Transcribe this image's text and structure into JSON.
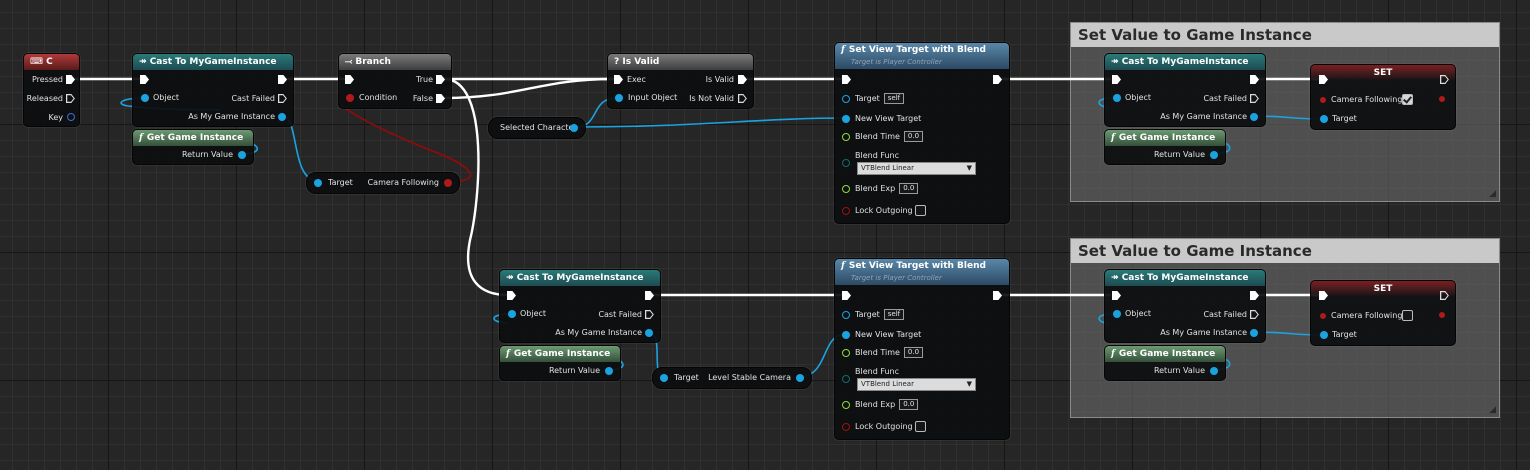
{
  "key_event": {
    "title": "C",
    "pressed": "Pressed",
    "released": "Released",
    "key": "Key"
  },
  "cast1": {
    "title": "Cast To MyGameInstance",
    "object": "Object",
    "cast_failed": "Cast Failed",
    "as_instance": "As My Game Instance"
  },
  "get_gi1": {
    "title": "Get Game Instance",
    "return_value": "Return Value"
  },
  "branch": {
    "title": "Branch",
    "condition": "Condition",
    "true_label": "True",
    "false_label": "False"
  },
  "camera_following_getter": {
    "target": "Target",
    "label": "Camera Following"
  },
  "is_valid": {
    "title": "? Is Valid",
    "exec": "Exec",
    "input_object": "Input Object",
    "is_valid": "Is Valid",
    "is_not_valid": "Is Not Valid"
  },
  "selected_character": {
    "label": "Selected Character"
  },
  "svt1": {
    "title": "Set View Target with Blend",
    "subtitle": "Target is Player Controller",
    "target": "Target",
    "self": "self",
    "new_view_target": "New View Target",
    "blend_time": "Blend Time",
    "blend_time_value": "0.0",
    "blend_func": "Blend Func",
    "blend_func_value": "VTBlend Linear",
    "blend_exp": "Blend Exp",
    "blend_exp_value": "0.0",
    "lock_outgoing": "Lock Outgoing"
  },
  "comment1": {
    "title": "Set Value to Game Instance"
  },
  "cast_c1": {
    "title": "Cast To MyGameInstance",
    "object": "Object",
    "cast_failed": "Cast Failed",
    "as_instance": "As My Game Instance"
  },
  "get_gi_c1": {
    "title": "Get Game Instance",
    "return_value": "Return Value"
  },
  "set1": {
    "title": "SET",
    "camera_following": "Camera Following",
    "target": "Target",
    "checked": true
  },
  "cast2": {
    "title": "Cast To MyGameInstance",
    "object": "Object",
    "cast_failed": "Cast Failed",
    "as_instance": "As My Game Instance"
  },
  "get_gi2": {
    "title": "Get Game Instance",
    "return_value": "Return Value"
  },
  "level_camera": {
    "target": "Target",
    "label": "Level Stable Camera"
  },
  "svt2": {
    "title": "Set View Target with Blend",
    "subtitle": "Target is Player Controller",
    "target": "Target",
    "self": "self",
    "new_view_target": "New View Target",
    "blend_time": "Blend Time",
    "blend_time_value": "0.0",
    "blend_func": "Blend Func",
    "blend_func_value": "VTBlend Linear",
    "blend_exp": "Blend Exp",
    "blend_exp_value": "0.0",
    "lock_outgoing": "Lock Outgoing"
  },
  "comment2": {
    "title": "Set Value to Game Instance"
  },
  "cast_c2": {
    "title": "Cast To MyGameInstance",
    "object": "Object",
    "cast_failed": "Cast Failed",
    "as_instance": "As My Game Instance"
  },
  "get_gi_c2": {
    "title": "Get Game Instance",
    "return_value": "Return Value"
  },
  "set2": {
    "title": "SET",
    "camera_following": "Camera Following",
    "target": "Target",
    "checked": false
  },
  "colors": {
    "exec_wire": "#ffffff",
    "object_wire": "#1ba3e0",
    "bool_wire": "#8a0d0d",
    "graph_bg": "#262626"
  }
}
